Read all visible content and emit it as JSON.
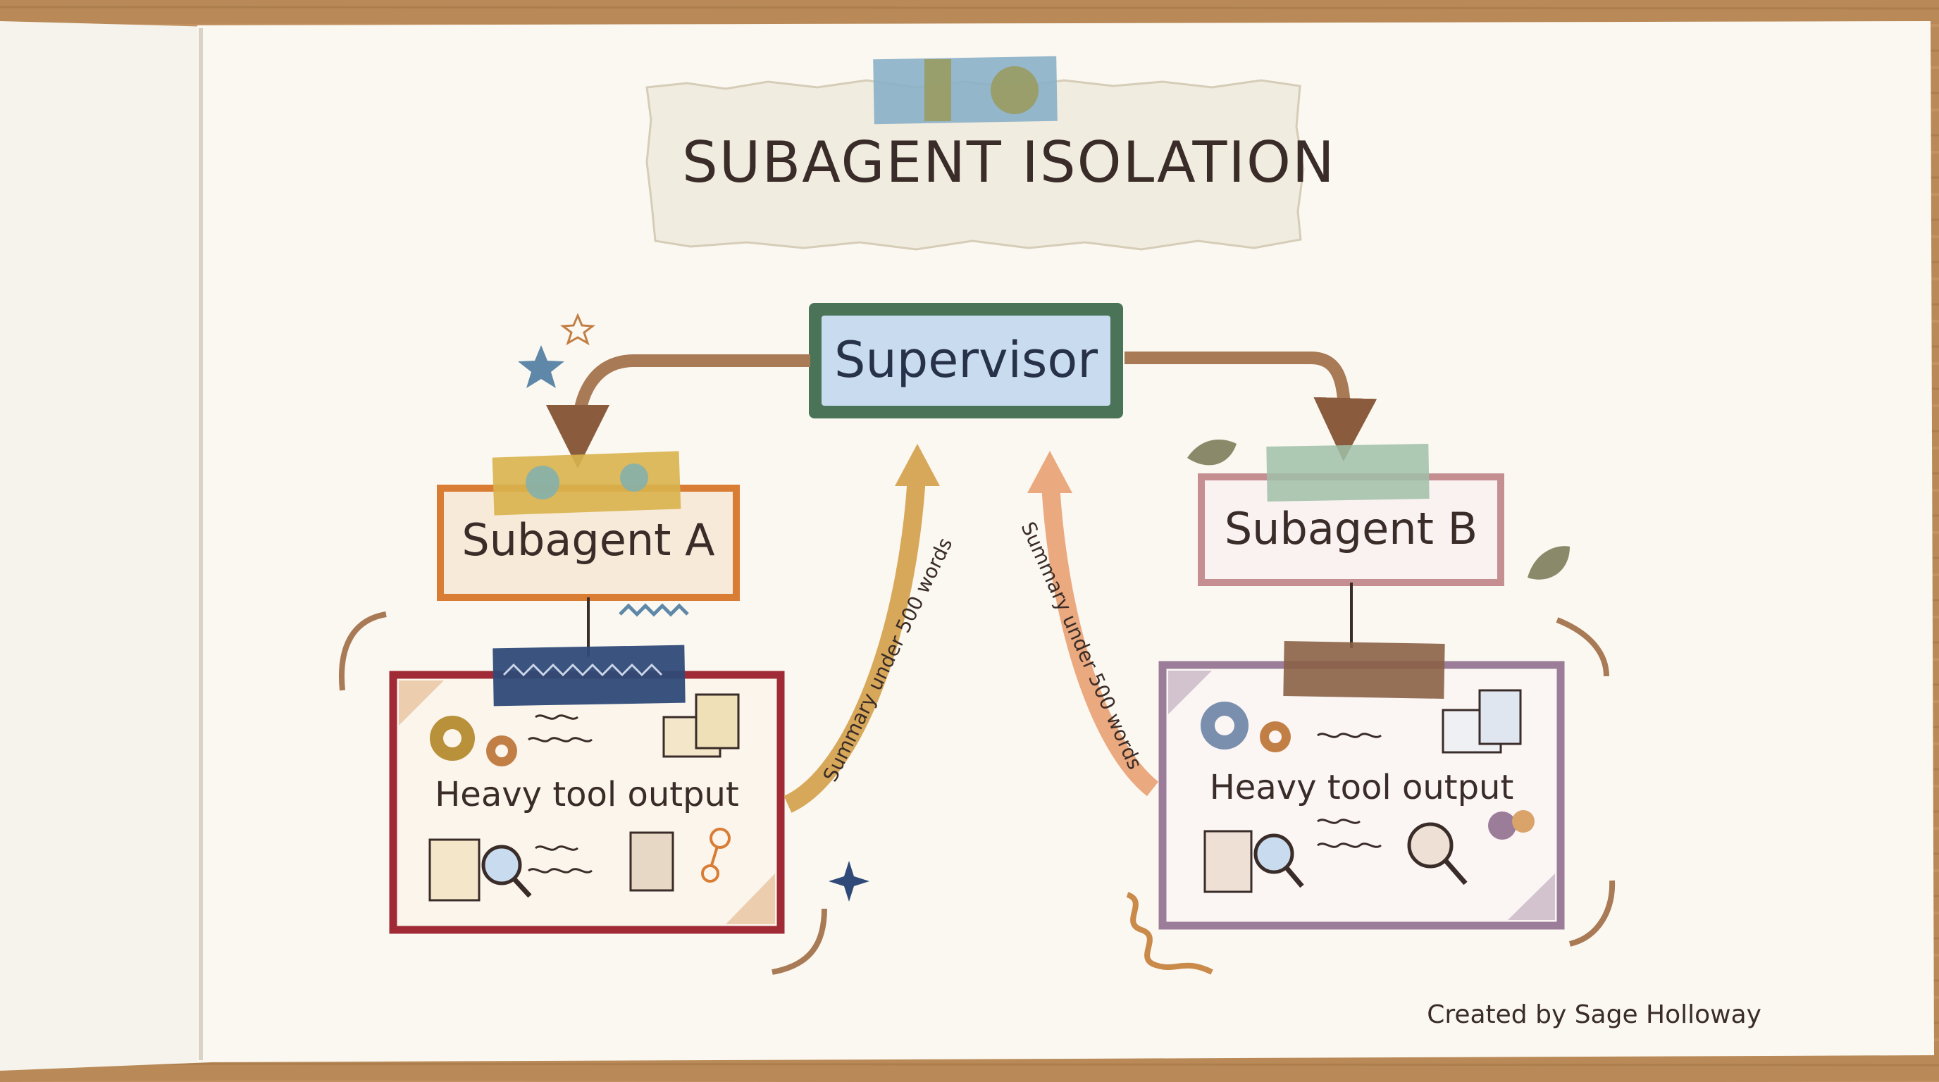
{
  "title": "SUBAGENT ISOLATION",
  "nodes": {
    "supervisor": "Supervisor",
    "subagent_a": "Subagent A",
    "subagent_b": "Subagent B",
    "output_a": "Heavy tool output",
    "output_b": "Heavy tool output"
  },
  "edges": {
    "summary_a": "Summary under 500 words",
    "summary_b": "Summary under 500 words"
  },
  "credit": "Created by Sage Holloway",
  "colors": {
    "paper": "#fbf8f1",
    "ink": "#3a2c28",
    "supervisor_border": "#4a7358",
    "supervisor_fill": "#c9dcef",
    "subagent_a_border": "#d97d35",
    "subagent_b_border": "#c58f92",
    "output_a_border": "#a02a35",
    "output_b_border": "#9b7d9a",
    "arrow_brown": "#a87a55",
    "arrow_gold": "#d8a85a",
    "arrow_peach": "#eba97f"
  }
}
